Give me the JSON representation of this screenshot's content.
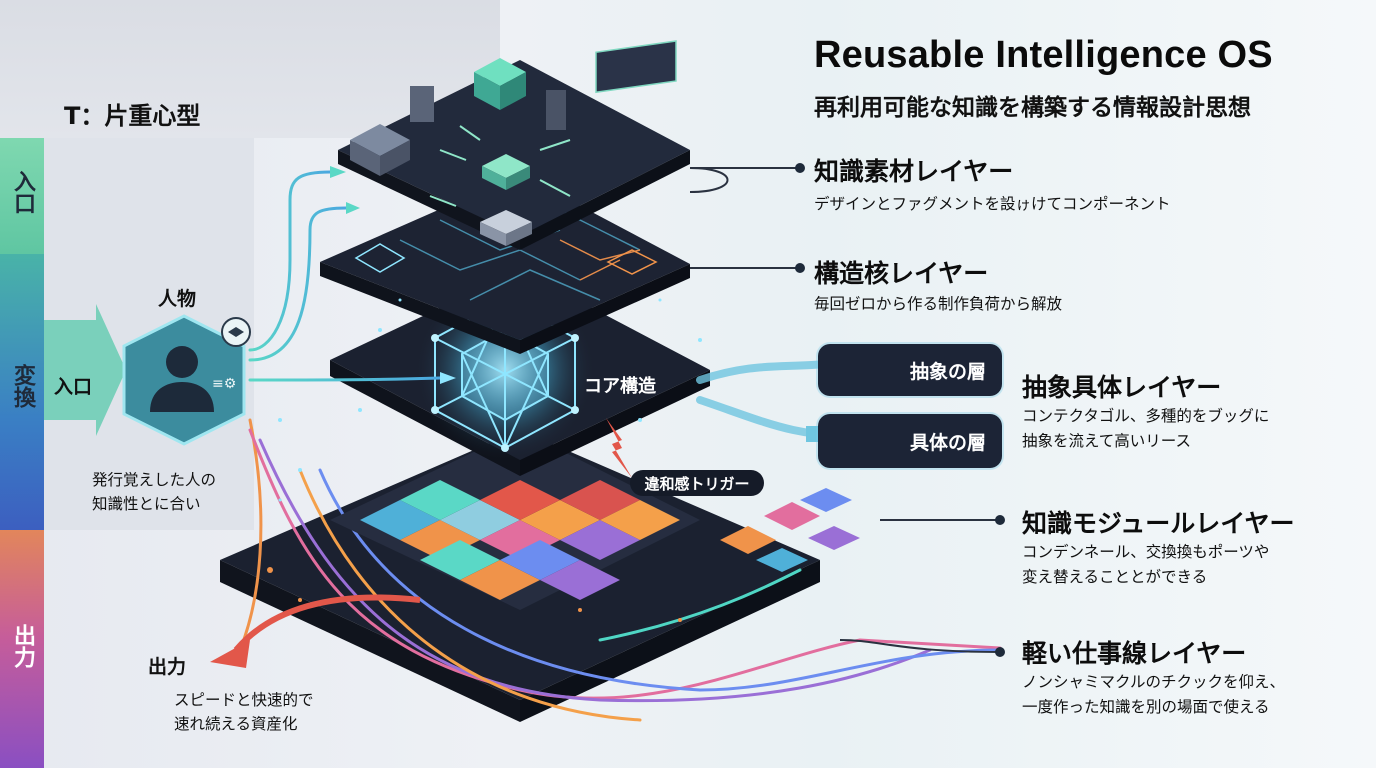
{
  "title": "Reusable Intelligence OS",
  "subtitle": "再利用可能な知識を構築する情報設計思想",
  "type_label": "T：片重心型",
  "band": {
    "in": "入口",
    "conv": "変換",
    "out": "出力"
  },
  "person": {
    "label": "人物",
    "entry": "入口",
    "desc_line1": "発行覚えした人の",
    "desc_line2": "知識性とに合い"
  },
  "output": {
    "label": "出力",
    "desc_line1": "スピードと快速的で",
    "desc_line2": "速れ続える資産化"
  },
  "core_label": "コア構造",
  "trigger_label": "違和感トリガー",
  "pills": {
    "abstract": "抽象の層",
    "concrete": "具体の層"
  },
  "layers": [
    {
      "title": "知識素材レイヤー",
      "desc": [
        "デザインとファグメントを設ゖけてコンポーネント"
      ]
    },
    {
      "title": "構造核レイヤー",
      "desc": [
        "毎回ゼロから作る制作負荷から解放"
      ]
    },
    {
      "title": "抽象具体レイヤー",
      "desc": [
        "コンテクタゴル、多種的をブッグに",
        "抽象を流えて高いリース"
      ]
    },
    {
      "title": "知識モジュールレイヤー",
      "desc": [
        "コンデンネール、交換換もポーツや",
        "変え替えることとができる"
      ]
    },
    {
      "title": "軽い仕事線レイヤー",
      "desc": [
        "ノンシャミマクルのチクックを仰え、",
        "一度作った知識を別の場面で使える"
      ]
    }
  ],
  "colors": {
    "dark_layer": "#1b2130",
    "teal": "#4fd6c4",
    "orange": "#f0934a",
    "purple": "#9a6fd6",
    "band_in": "#6fd2ab",
    "band_conv": "#3f8fc0",
    "band_out": "#d96a8a"
  }
}
